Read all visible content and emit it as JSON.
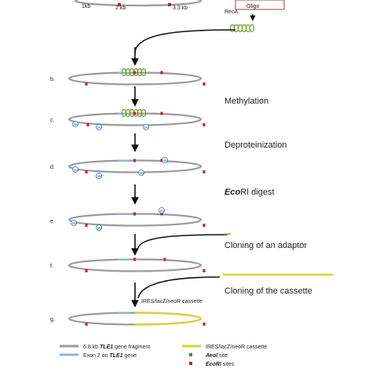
{
  "top": {
    "scale": [
      "1kb",
      "2 kb",
      "3.3 kb"
    ],
    "recA": "RecA",
    "oligo": "Oligo"
  },
  "rows": [
    {
      "id": "b",
      "label": "b."
    },
    {
      "id": "c",
      "label": "c."
    },
    {
      "id": "d",
      "label": "d."
    },
    {
      "id": "e",
      "label": "e."
    },
    {
      "id": "f",
      "label": "f."
    },
    {
      "id": "g",
      "label": "g."
    }
  ],
  "steps": {
    "methylation": "Methylation",
    "deproteinization": "Deproteinization",
    "ecori_italic": "Eco",
    "ecori_rest": "RI digest",
    "adaptor": "Cloning of an adaptor",
    "cassette": "Cloning of the cassette"
  },
  "cassette_label": "IRES/lacZ/neoR cassette",
  "legend": {
    "gene_fragment_pre": "6.8 kb ",
    "gene_fragment_italic": "TLE1",
    "gene_fragment_post": " gene fragment",
    "exon_pre": "Exon 2 on ",
    "exon_italic": "TLE1",
    "exon_post": " gene",
    "cassette": "IRES/lacZ/neoR cassette",
    "aeoi_italic": "AeoI",
    "aeoi_post": " site",
    "ecori_italic": "EcoRI",
    "ecori_post": " sites"
  },
  "colors": {
    "plasmid": "#9a9a9a",
    "exon": "#8fb4d8",
    "cassette": "#d8d23a",
    "protein": "#6e9a2a",
    "ecori_site": "#c0262b",
    "aeoi_site": "#3a8a3a",
    "methyl": "#3a6ea5"
  }
}
